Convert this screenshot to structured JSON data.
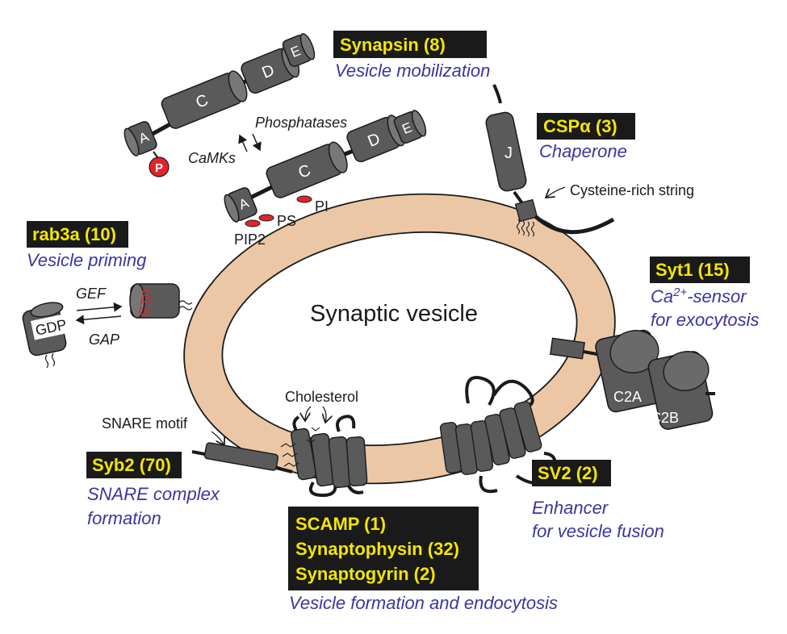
{
  "title": "Synaptic vesicle",
  "colors": {
    "membrane": "#ecc7a5",
    "protein": "#5a5a5a",
    "label_box": "#1a1a1a",
    "label_text": "#f2e600",
    "function_text": "#3a35a0",
    "phospho": "#e3232b"
  },
  "proteins": {
    "synapsin": {
      "name": "Synapsin (8)",
      "function": "Vesicle mobilization",
      "domains": [
        "A",
        "C",
        "D",
        "E"
      ],
      "phospho_label": "P",
      "phosphatases": "Phosphatases",
      "camks": "CaMKs",
      "lipids": [
        "PIP2",
        "PS",
        "PI"
      ]
    },
    "csp": {
      "name": "CSPα (3)",
      "function": "Chaperone",
      "domain": "J",
      "cysteine": "Cysteine-rich string"
    },
    "rab3a": {
      "name": "rab3a (10)",
      "function": "Vesicle priming",
      "gtp": "GTP",
      "gdp": "GDP",
      "gef": "GEF",
      "gap": "GAP"
    },
    "syt1": {
      "name": "Syt1 (15)",
      "function_prefix": "Ca",
      "function_sup": "2+",
      "function_suffix": "-sensor",
      "function_line2": "for exocytosis",
      "c2a": "C2A",
      "c2b": "C2B"
    },
    "syb2": {
      "name": "Syb2 (70)",
      "function_line1": "SNARE complex",
      "function_line2": "formation",
      "snare_motif": "SNARE motif"
    },
    "cholesterol": "Cholesterol",
    "scamp_group": {
      "names": [
        "SCAMP (1)",
        "Synaptophysin (32)",
        "Synaptogyrin (2)"
      ],
      "function": "Vesicle formation and endocytosis"
    },
    "sv2": {
      "name": "SV2 (2)",
      "function_line1": "Enhancer",
      "function_line2": "for vesicle fusion"
    }
  }
}
